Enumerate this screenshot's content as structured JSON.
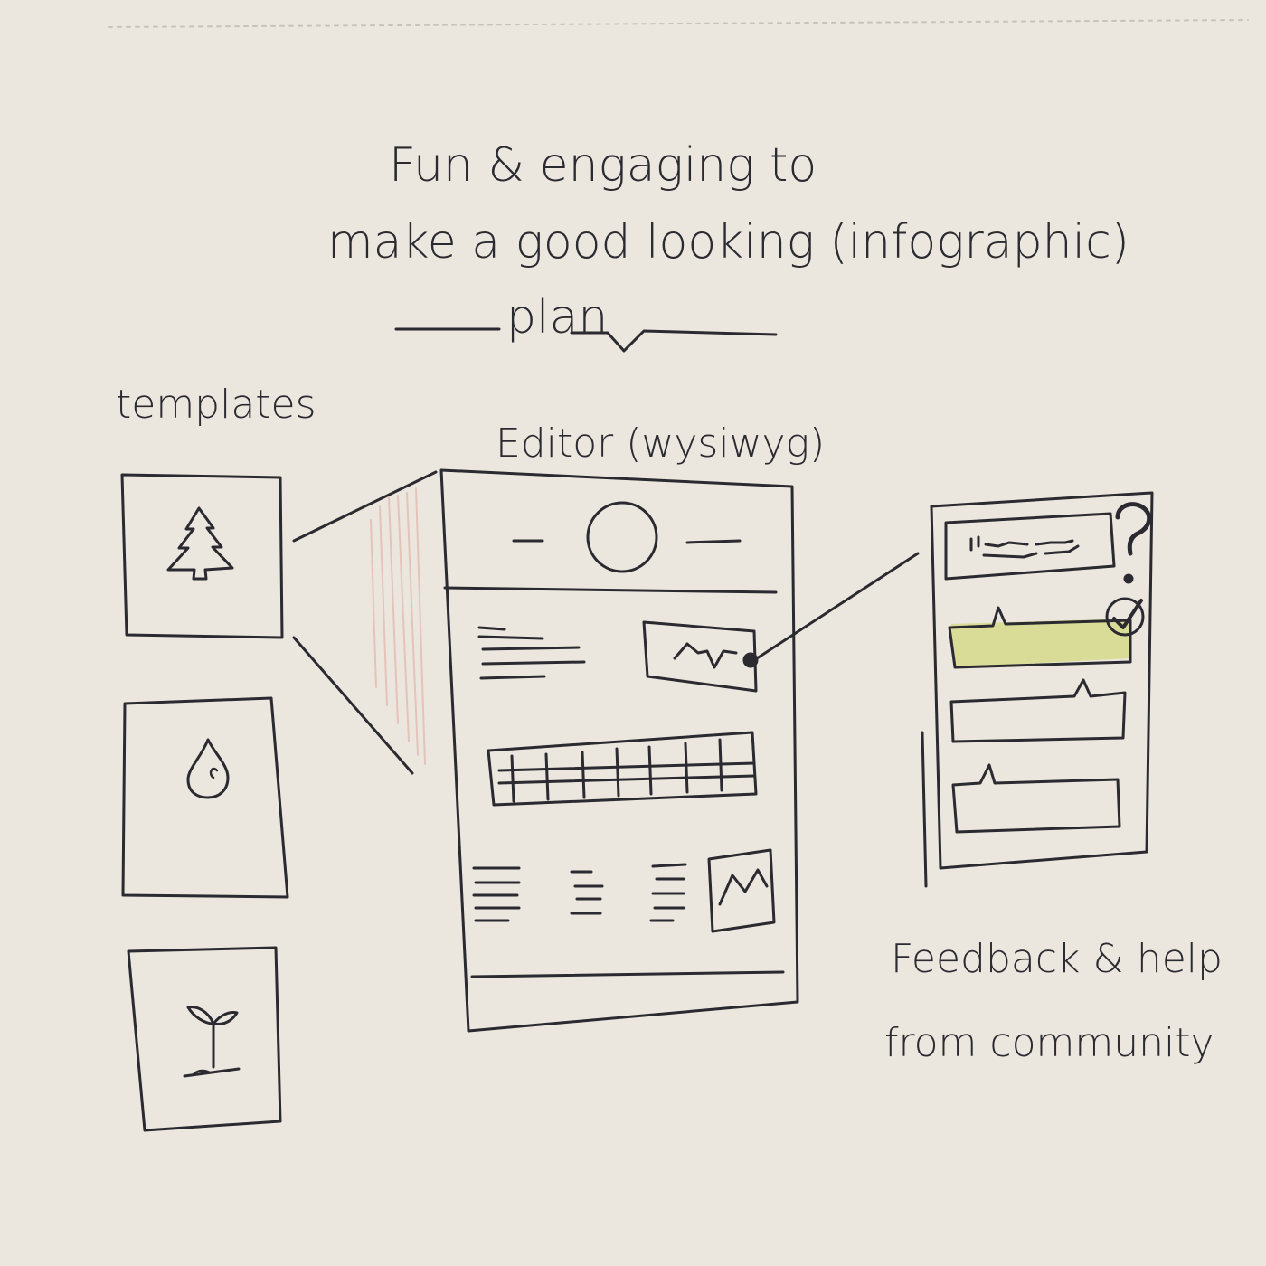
{
  "title": {
    "line1": "Fun & engaging to",
    "line2": "make a good looking (infographic)",
    "line3": "plan"
  },
  "sections": {
    "templates": "templates",
    "editor": "Editor (wysiwyg)",
    "feedback_line1": "Feedback & help",
    "feedback_line2": "from community"
  },
  "template_icons": [
    "tree-icon",
    "drop-icon",
    "sprout-icon"
  ],
  "feedback_marks": [
    "?",
    "✓"
  ],
  "colors": {
    "paper": "#ebe6de",
    "ink": "#2a2a30",
    "highlight": "#d6d98a",
    "pencil_red": "#e0a8a0"
  }
}
